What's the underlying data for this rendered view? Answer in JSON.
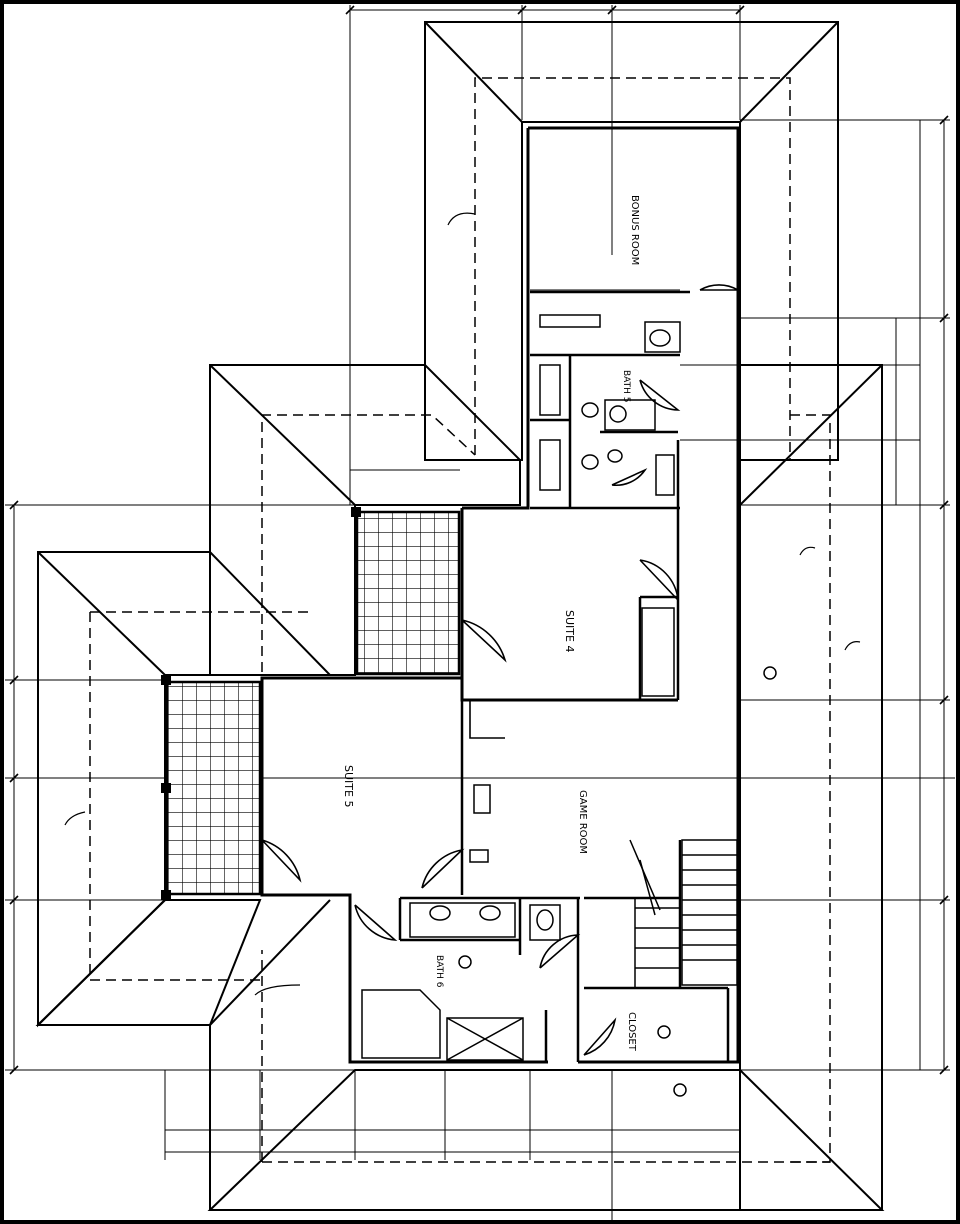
{
  "rooms": {
    "suite_4": "SUITE 4",
    "suite_5": "SUITE 5",
    "bath_5": "BATH 5",
    "bath_6": "BATH 6",
    "closet": "CLOSET",
    "bonus_room": "BONUS ROOM",
    "game_room": "GAME ROOM"
  },
  "colors": {
    "line": "#000000",
    "background": "#ffffff"
  },
  "icons": [
    "dimension-line",
    "door-swing",
    "stair",
    "hatched-tile-terrace"
  ]
}
